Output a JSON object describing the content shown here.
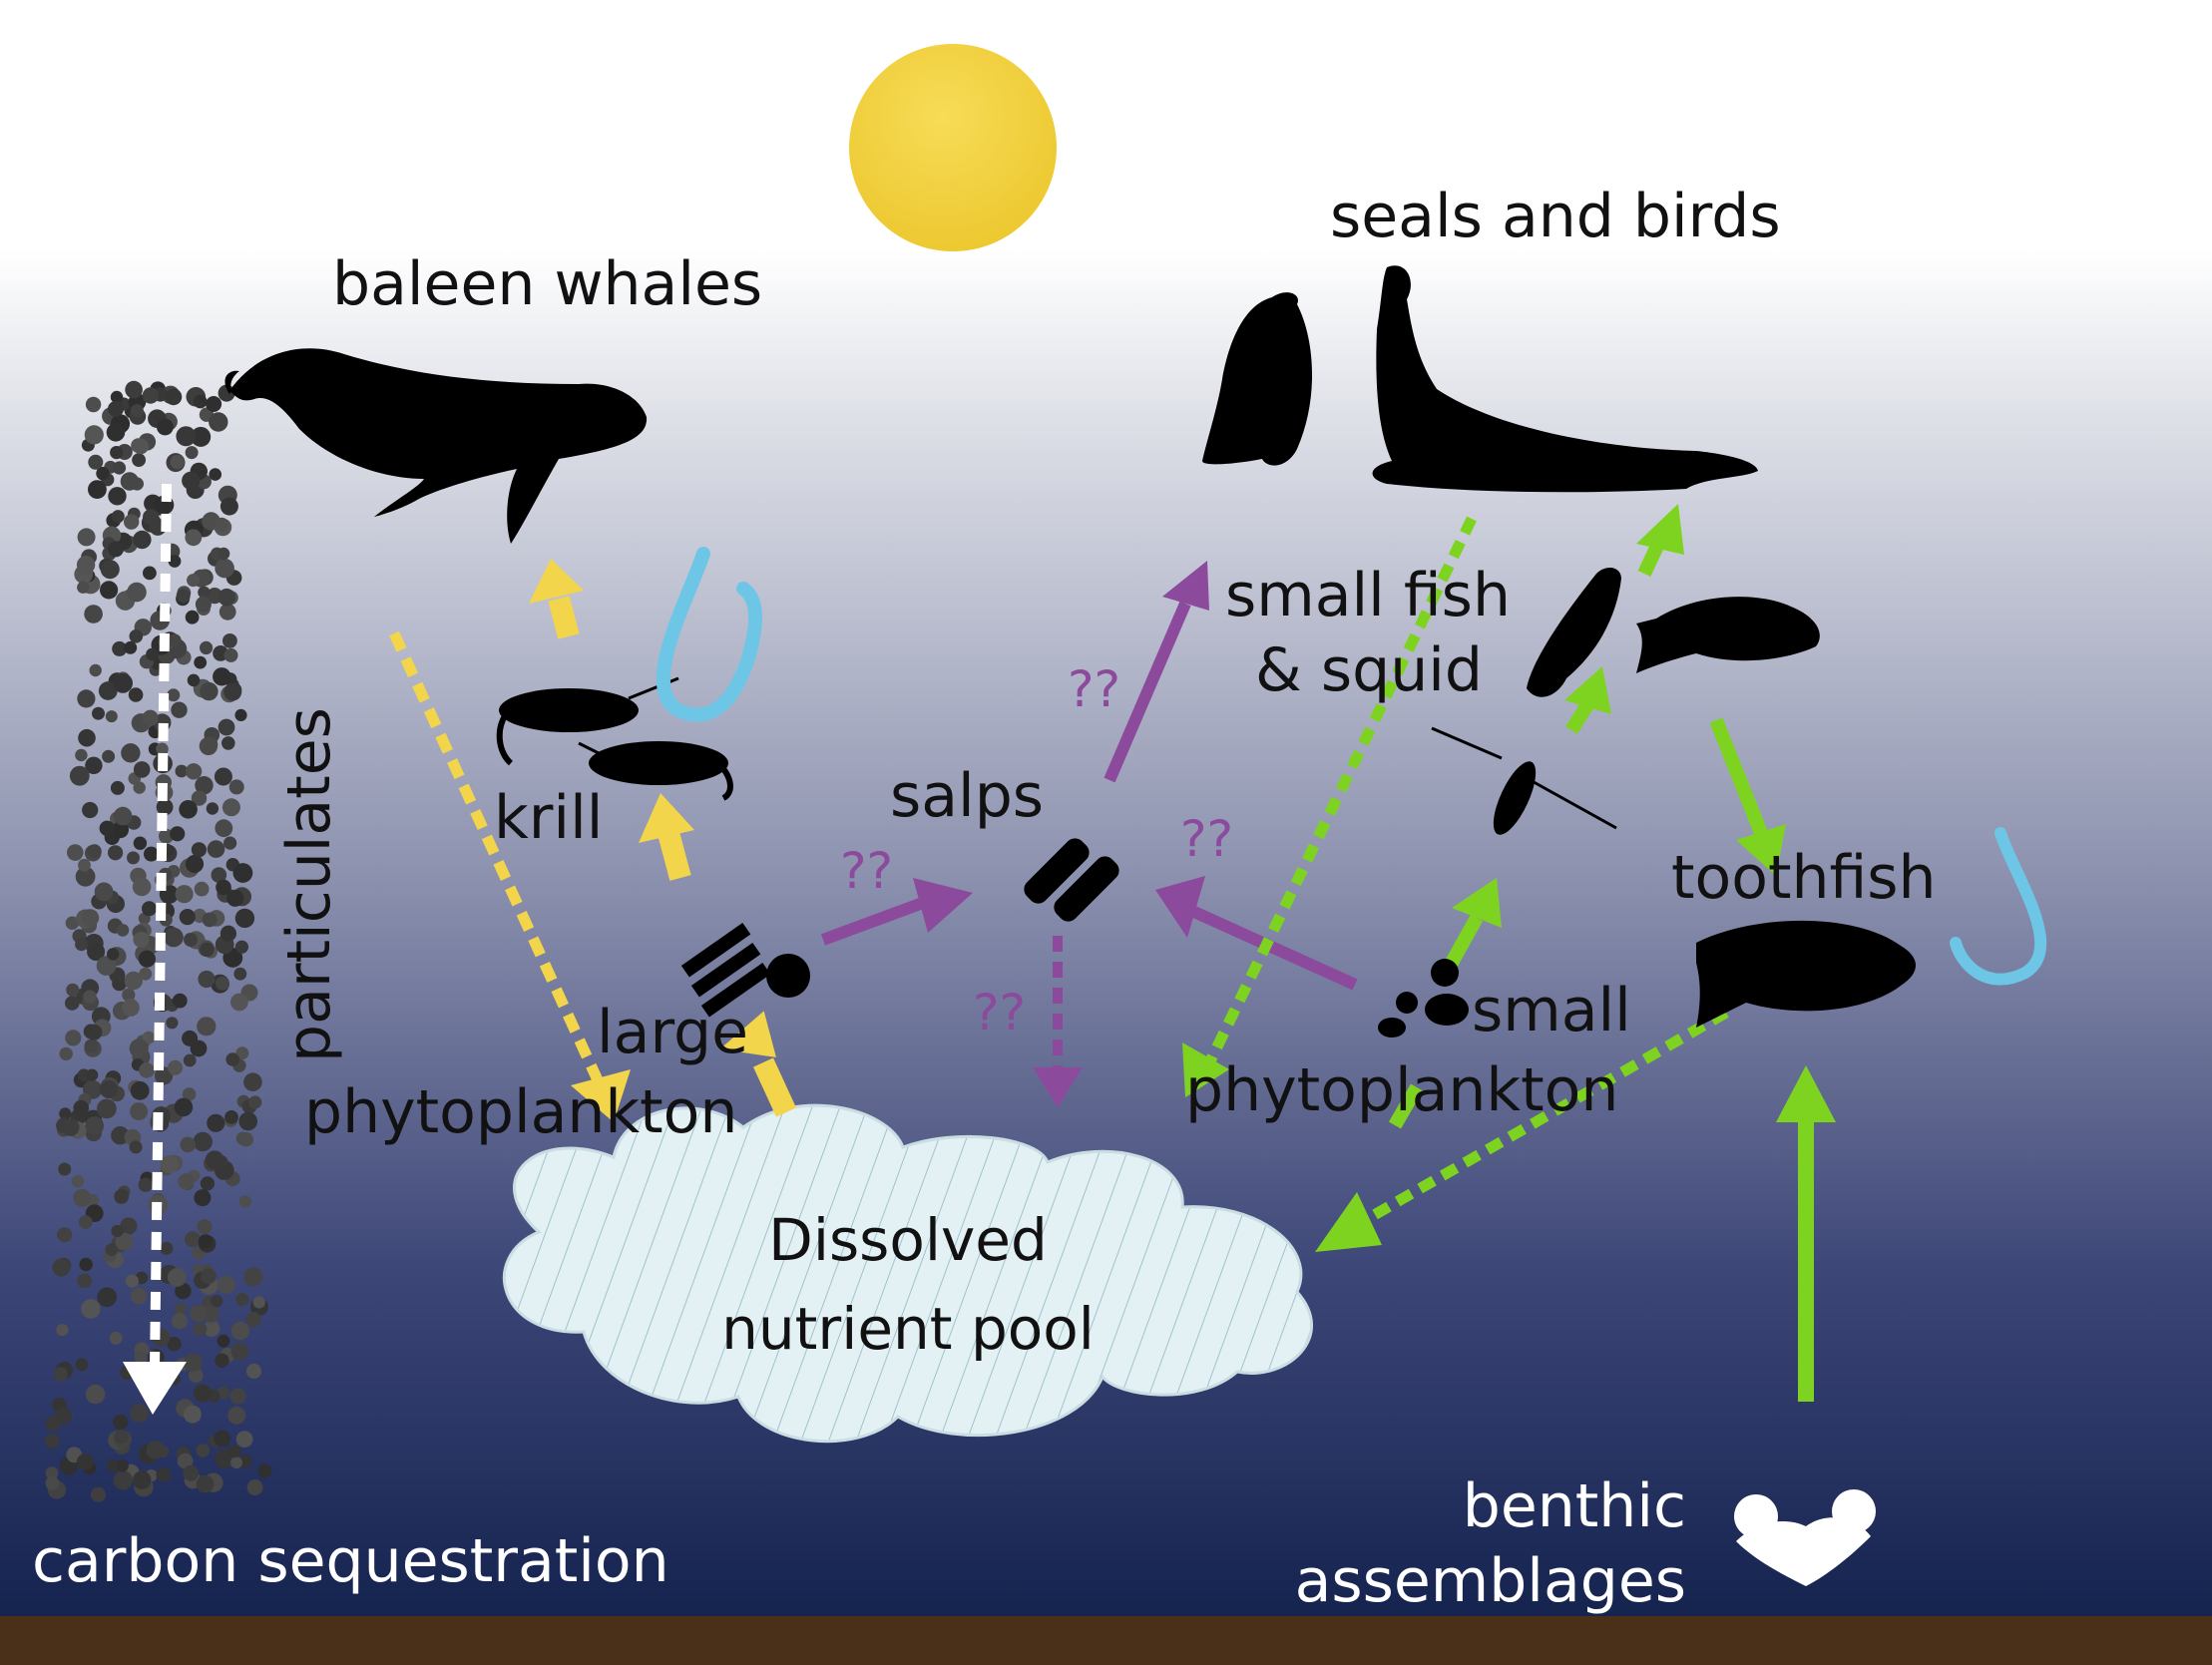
{
  "labels": {
    "baleen_whales": "baleen whales",
    "seals_and_birds": "seals and birds",
    "small_fish_line1": "small fish",
    "small_fish_line2": "& squid",
    "krill": "krill",
    "salps": "salps",
    "toothfish": "toothfish",
    "large": "large",
    "phytoplankton_large": "phytoplankton",
    "small": "small",
    "phytoplankton_small": "phytoplankton",
    "particulates": "particulates",
    "carbon_sequestration": "carbon sequestration",
    "benthic_line1": "benthic",
    "benthic_line2": "assemblages",
    "pool_line1": "Dissolved",
    "pool_line2": "nutrient pool",
    "unknown_mark": "??"
  },
  "icons": {
    "sun": "sun-icon",
    "whale": "whale-silhouette-icon",
    "penguin": "penguin-silhouette-icon",
    "seal": "seal-silhouette-icon",
    "krill": "krill-silhouette-icon",
    "fish": "fish-silhouette-icon",
    "squid": "squid-silhouette-icon",
    "toothfish": "toothfish-silhouette-icon",
    "salp": "salp-silhouette-icon",
    "copepod": "copepod-silhouette-icon",
    "hook": "fishing-hook-icon",
    "benthic": "anemone-icon"
  },
  "colors": {
    "yellow_arrow": "#f2d54a",
    "green_arrow": "#7ed321",
    "purple_arrow": "#8b4a9c",
    "hook": "#6ec6e6",
    "sun": "#f0cc30",
    "ocean_deep": "#16244f",
    "sediment": "#4a2f19",
    "pool_fill": "#e3f1f4"
  }
}
